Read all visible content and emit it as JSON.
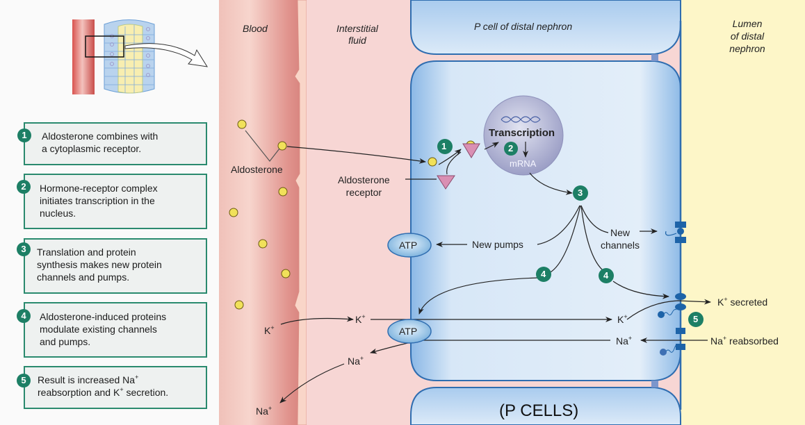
{
  "steps": [
    {
      "num": "1",
      "lines": [
        "Aldosterone combines with",
        "a cytoplasmic receptor."
      ]
    },
    {
      "num": "2",
      "lines": [
        "Hormone-receptor complex",
        "initiates transcription in the",
        "nucleus."
      ]
    },
    {
      "num": "3",
      "lines": [
        "Translation and protein",
        "synthesis makes new protein",
        "channels and pumps."
      ]
    },
    {
      "num": "4",
      "lines": [
        "Aldosterone-induced proteins",
        "modulate existing channels",
        "and pumps."
      ]
    },
    {
      "num": "5",
      "lines_html": [
        "Result is increased Na",
        "reabsorption and K",
        " secretion."
      ]
    }
  ],
  "step5": {
    "line1_a": "Result is increased Na",
    "line2_a": "reabsorption and K",
    "line2_b": " secretion.",
    "plus": "+"
  },
  "regions": {
    "blood": "Blood",
    "interstitial_1": "Interstitial",
    "interstitial_2": "fluid",
    "p_cell": "P cell of distal nephron",
    "lumen_1": "Lumen",
    "lumen_2": "of distal",
    "lumen_3": "nephron"
  },
  "labels": {
    "aldosterone": "Aldosterone",
    "receptor_1": "Aldosterone",
    "receptor_2": "receptor",
    "transcription": "Transcription",
    "mrna": "mRNA",
    "atp": "ATP",
    "new_pumps": "New pumps",
    "new_channels_1": "New",
    "new_channels_2": "channels",
    "k": "K",
    "na": "Na",
    "plus": "+",
    "k_secreted": " secreted",
    "na_reabsorbed": " reabsorbed",
    "footer": "(P CELLS)"
  },
  "markers": {
    "m1": "1",
    "m2": "2",
    "m3": "3",
    "m4": "4",
    "m5": "5"
  },
  "colors": {
    "step_teal": "#1d7f65",
    "step_border": "#2a8a6e",
    "blood": "#e9a9a2",
    "interstitial": "#f6d4d2",
    "cell": "#c8def3",
    "cell_border": "#2f6db0",
    "lumen": "#fdf6c8",
    "aldosterone": "#f1e15a",
    "receptor": "#d98fb3",
    "channel": "#1d63a8"
  }
}
